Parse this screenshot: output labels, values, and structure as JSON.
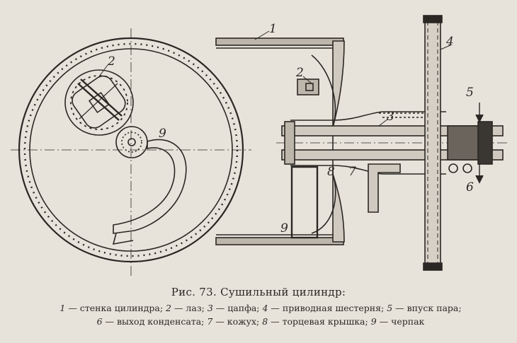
{
  "caption": {
    "title": "Рис. 73. Сушильный цилиндр:"
  },
  "legend": [
    {
      "n": "1",
      "text": " — стенка цилиндра;"
    },
    {
      "n": "2",
      "text": " — лаз;"
    },
    {
      "n": "3",
      "text": " — цапфа;"
    },
    {
      "n": "4",
      "text": " — приводная шестерня;"
    },
    {
      "n": "5",
      "text": " — впуск пара;"
    },
    {
      "n": "6",
      "text": " — выход конденсата;"
    },
    {
      "n": "7",
      "text": " — кожух;"
    },
    {
      "n": "8",
      "text": " — торцевая крышка;"
    },
    {
      "n": "9",
      "text": " — черпак"
    }
  ],
  "labels": {
    "l1": "1",
    "l2a": "2",
    "l2b": "2",
    "l3": "3",
    "l4": "4",
    "l5": "5",
    "l6": "6",
    "l7": "7",
    "l8": "8",
    "l9a": "9",
    "l9b": "9"
  }
}
